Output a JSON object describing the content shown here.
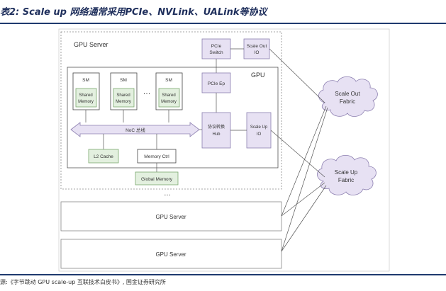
{
  "title": "表2: Scale up 网络通常采用PCIe、NVLink、UALink等协议",
  "source": "源:《字节跳动 GPU scale-up 互联技术白皮书》, 国金证券研究所",
  "diagram": {
    "server_main_label": "GPU Server",
    "gpu_label": "GPU",
    "sm_label": "SM",
    "shared_memory_line1": "Shared",
    "shared_memory_line2": "Memory",
    "ellipsis": "…",
    "noc_label": "NoC 总线",
    "l2_cache": "L2 Cache",
    "memory_ctrl": "Memory Ctrl",
    "global_memory": "Global Memory",
    "pcie_switch_line1": "PCIe",
    "pcie_switch_line2": "Switch",
    "scale_out_io_line1": "Scale Out",
    "scale_out_io_line2": "IO",
    "pcie_ep": "PCIe Ep",
    "protocol_hub_line1": "协议转换",
    "protocol_hub_line2": "Hub",
    "scale_up_io_line1": "Scale Up",
    "scale_up_io_line2": "IO",
    "scale_out_fabric_line1": "Scale Out",
    "scale_out_fabric_line2": "Fabric",
    "scale_up_fabric_line1": "Scale Up",
    "scale_up_fabric_line2": "Fabric",
    "servers_ellipsis": "…",
    "gpu_server_2": "GPU Server",
    "gpu_server_3": "GPU Server"
  },
  "colors": {
    "block_fill": "#e7e1f3",
    "block_stroke": "#8c7fb0",
    "memory_fill": "#e3f0df",
    "memory_stroke": "#7aa86f",
    "title_color": "#1f2f5c"
  }
}
